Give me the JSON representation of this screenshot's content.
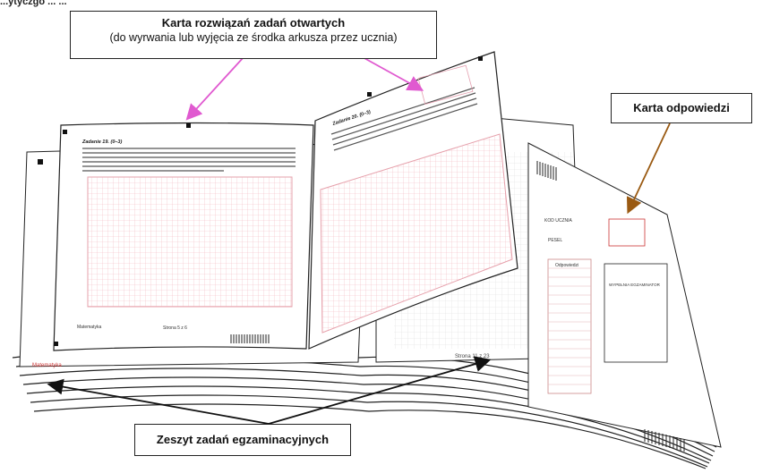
{
  "header_cut": "...ytyczgo ... ...",
  "callouts": {
    "open_answers": {
      "title": "Karta rozwiązań zadań otwartych",
      "subtitle": "(do wyrwania lub wyjęcia ze środka arkusza przez ucznia)"
    },
    "answer_sheet": {
      "title": "Karta odpowiedzi"
    },
    "booklet": {
      "title": "Zeszyt zadań egzaminacyjnych"
    }
  },
  "colors": {
    "grid": "#f2b8c0",
    "outline": "#222222",
    "arrow_open": "#e05ad0",
    "arrow_answer": "#9a5a12",
    "arrow_booklet": "#111111"
  },
  "page_text": {
    "left_task_heading": "Zadanie 19. (0–3)",
    "right_task_heading": "Zadanie 20. (0–3)",
    "left_footer": "Matematyka",
    "left_page_no": "Strona 5 z 6",
    "right_page_no": "Strona 11 z 23",
    "bottom_left_label": "Matematyka",
    "answer_title": "Odpowiedzi",
    "answer_subtitle": "WYPEŁNIA EGZAMINATOR",
    "student_code_label": "KOD UCZNIA",
    "pesel_label": "PESEL"
  }
}
